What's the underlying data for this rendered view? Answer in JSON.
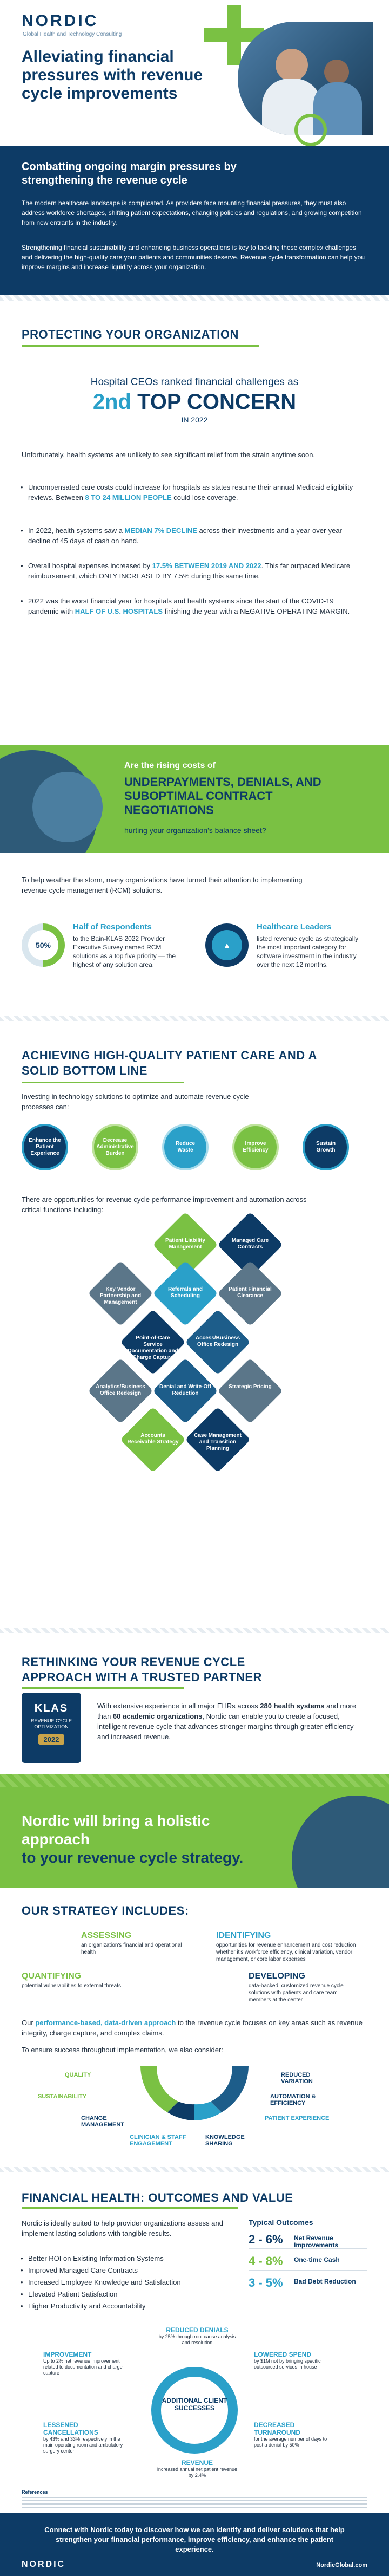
{
  "hero": {
    "logo": "NORDIC",
    "logo_sub": "Global Health and Technology Consulting",
    "title": "Alleviating financial pressures with revenue cycle improvements"
  },
  "intro": {
    "heading": "Combatting ongoing margin pressures by strengthening the revenue cycle",
    "p1": "The modern healthcare landscape is complicated. As providers face mounting financial pressures, they must also address workforce shortages, shifting patient expectations, changing policies and regulations, and growing competition from new entrants in the industry.",
    "p2": "Strengthening financial sustainability and enhancing business operations is key to tackling these complex challenges and delivering the high-quality care your patients and communities deserve. Revenue cycle transformation can help you improve margins and increase liquidity across your organization."
  },
  "protect": {
    "heading": "PROTECTING YOUR ORGANIZATION",
    "ceo_line1": "Hospital CEOs ranked financial challenges as",
    "ceo_rank": "2nd",
    "ceo_big": "TOP CONCERN",
    "ceo_line3": "IN 2022",
    "lead": "Unfortunately, health systems are unlikely to see significant relief from the strain anytime soon.",
    "bullets": [
      {
        "a": "Uncompensated care costs could increase for hospitals as states resume their annual Medicaid eligibility reviews. Between ",
        "h": "8 TO 24 MILLION PEOPLE",
        "b": " could lose coverage."
      },
      {
        "a": "In 2022, health systems saw a ",
        "h": "MEDIAN 7% DECLINE",
        "b": " across their investments and a year-over-year decline of 45 days of cash on hand."
      },
      {
        "a": "Overall hospital expenses increased by ",
        "h": "17.5% BETWEEN 2019 AND 2022",
        "b": ". This far outpaced Medicare reimbursement, which ONLY INCREASED BY 7.5% during this same time."
      },
      {
        "a": "2022 was the worst financial year for hospitals and health systems since the start of the COVID-19 pandemic with ",
        "h": "HALF OF U.S. HOSPITALS",
        "b": " finishing the year with a NEGATIVE OPERATING MARGIN."
      }
    ]
  },
  "greencall": {
    "line1": "Are the rising costs of",
    "line2": "UNDERPAYMENTS, DENIALS, AND SUBOPTIMAL CONTRACT NEGOTIATIONS",
    "line3": "hurting your organization's balance sheet?"
  },
  "stat": {
    "lead": "To help weather the storm, many organizations have turned their attention to implementing revenue cycle management (RCM) solutions.",
    "left_percent": "50%",
    "left_value": 0.5,
    "left_head": "Half of Respondents",
    "left_text": "to the Bain-KLAS 2022 Provider Executive Survey named RCM solutions as a top five priority — the highest of any solution area.",
    "right_head": "Healthcare Leaders",
    "right_text": "listed revenue cycle as strategically the most important category for software investment in the industry over the next 12 months."
  },
  "achieve": {
    "heading": "ACHIEVING HIGH-QUALITY PATIENT CARE AND A SOLID BOTTOM LINE",
    "lead": "Investing in technology solutions to optimize and automate revenue cycle processes can:",
    "badges": [
      "Enhance the Patient Experience",
      "Decrease Administrative Burden",
      "Reduce Waste",
      "Improve Efficiency",
      "Sustain Growth"
    ],
    "lead2": "There are opportunities for revenue cycle performance improvement and automation across critical functions including:",
    "diamonds": [
      "Patient Liability Management",
      "Managed Care Contracts",
      "Key Vendor Partnership and Management",
      "Referrals and Scheduling",
      "Patient Financial Clearance",
      "Point-of-Care Service Documentation and Charge Capture",
      "Access/Business Office Redesign",
      "Analytics/Business Office Redesign",
      "Denial and Write-Off Reduction",
      "Strategic Pricing",
      "Accounts Receivable Strategy",
      "Case Management and Transition Planning"
    ]
  },
  "rethink": {
    "heading": "RETHINKING YOUR REVENUE CYCLE APPROACH WITH A TRUSTED PARTNER",
    "klas_1": "KLAS",
    "klas_2": "REVENUE CYCLE OPTIMIZATION",
    "klas_3": "2022",
    "text_a": "With extensive experience in all major EHRs across ",
    "text_h1": "280 health systems",
    "text_b": " and more than ",
    "text_h2": "60 academic organizations",
    "text_c": ", Nordic can enable you to create a focused, intelligent revenue cycle that advances stronger margins through greater efficiency and increased revenue."
  },
  "holistic": {
    "line1": "Nordic will bring a holistic approach",
    "line2": "to your revenue cycle strategy."
  },
  "strategy": {
    "heading": "OUR STRATEGY INCLUDES:",
    "items": [
      {
        "h": "ASSESSING",
        "t": "an organization's financial and operational health"
      },
      {
        "h": "IDENTIFYING",
        "t": "opportunities for revenue enhancement and cost reduction whether it's workforce efficiency, clinical variation, vendor management, or core labor expenses"
      },
      {
        "h": "QUANTIFYING",
        "t": "potential vulnerabilities to external threats"
      },
      {
        "h": "DEVELOPING",
        "t": "data-backed, customized revenue cycle solutions with patients and care team members at the center"
      }
    ],
    "p1a": "Our ",
    "p1h": "performance-based, data-driven approach",
    "p1b": " to the revenue cycle focuses on key areas such as revenue integrity, charge capture, and complex claims.",
    "p2": "To ensure success throughout implementation, we also consider:",
    "arcs": [
      "QUALITY",
      "SUSTAINABILITY",
      "CHANGE MANAGEMENT",
      "CLINICIAN & STAFF ENGAGEMENT",
      "KNOWLEDGE SHARING",
      "PATIENT EXPERIENCE",
      "AUTOMATION & EFFICIENCY",
      "REDUCED VARIATION"
    ]
  },
  "outcome": {
    "heading": "FINANCIAL HEALTH: OUTCOMES AND VALUE",
    "lead": "Nordic is ideally suited to help provider organizations assess and implement lasting solutions with tangible results.",
    "bullets": [
      "Better ROI on Existing Information Systems",
      "Improved Managed Care Contracts",
      "Increased Employee Knowledge and Satisfaction",
      "Elevated Patient Satisfaction",
      "Higher Productivity and Accountability"
    ],
    "typical_head": "Typical Outcomes",
    "typical": [
      {
        "n": "2 - 6%",
        "l": "Net Revenue Improvements",
        "c": "#0d3b66"
      },
      {
        "n": "4 - 8%",
        "l": "One-time Cash",
        "c": "#7ac143"
      },
      {
        "n": "3 - 5%",
        "l": "Bad Debt Reduction",
        "c": "#2aa0c9"
      }
    ],
    "center": "ADDITIONAL CLIENT SUCCESSES",
    "sats": [
      {
        "h": "REDUCED DENIALS",
        "t": "by 25% through root cause analysis and resolution"
      },
      {
        "h": "LOWERED SPEND",
        "t": "by $1M not by bringing specific outsourced services in house"
      },
      {
        "h": "DECREASED TURNAROUND",
        "t": "for the average number of days to post a denial by 50%"
      },
      {
        "h": "REVENUE",
        "t": "increased annual net patient revenue by 2.4%"
      },
      {
        "h": "LESSENED CANCELLATIONS",
        "t": "by 43% and 33% respectively in the main operating room and ambulatory surgery center"
      },
      {
        "h": "IMPROVEMENT",
        "t": "Up to 2% net revenue improvement related to documentation and charge capture"
      }
    ]
  },
  "refs": {
    "title": "References"
  },
  "footer": {
    "text": "Connect with Nordic today to discover how we can identify and deliver solutions that help strengthen your financial performance, improve efficiency, and enhance the patient experience.",
    "logo": "NORDIC",
    "url": "NordicGlobal.com"
  },
  "colors": {
    "navy": "#0d3b66",
    "green": "#7ac143",
    "blue": "#2aa0c9"
  }
}
